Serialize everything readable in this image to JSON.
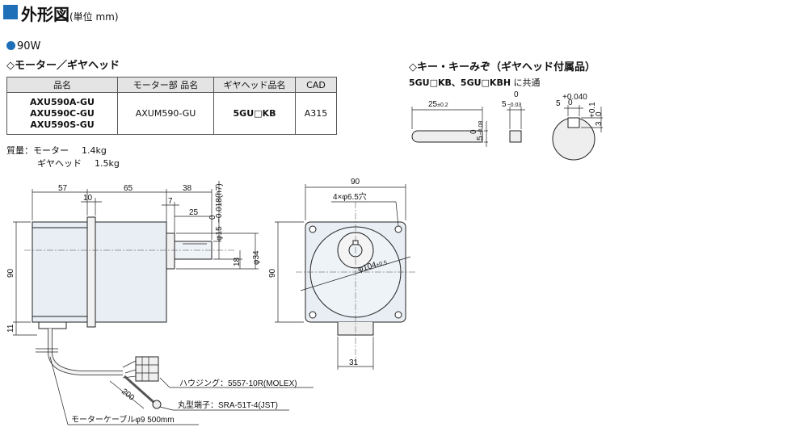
{
  "header": {
    "title": "外形図",
    "unit": "(単位 mm)"
  },
  "section_label": "90W",
  "motor": {
    "heading": "◇モーター／ギヤヘッド",
    "table": {
      "headers": [
        "品名",
        "モーター部 品名",
        "ギヤヘッド品名",
        "CAD"
      ],
      "models": [
        "AXU590A-GU",
        "AXU590C-GU",
        "AXU590S-GU"
      ],
      "motor_name": "AXUM590-GU",
      "gearhead_name": "5GU□KB",
      "cad": "A315"
    },
    "mass_label": "質量：",
    "mass_motor_label": "モーター",
    "mass_motor_value": "1.4kg",
    "mass_gear_label": "ギヤヘッド",
    "mass_gear_value": "1.5kg"
  },
  "key": {
    "heading": "◇キー・キーみぞ（ギヤヘッド付属品）",
    "note_bold": "5GU□KB、5GU□KBH",
    "note_rest": " に共通",
    "dims": {
      "key_len": "25",
      "key_len_tol": "±0.2",
      "key_w_top": "0",
      "key_w": "5",
      "key_w_tol": "−0.03",
      "key_h": "5",
      "key_h_top": "0",
      "key_h_tol": "−0.08",
      "groove_w": "5",
      "groove_w_tol_top": "+0.040",
      "groove_w_tol_bot": "0",
      "groove_d": "3",
      "groove_d_tol_top": "+0.1",
      "groove_d_tol_bot": "0"
    }
  },
  "drawing": {
    "dim_57": "57",
    "dim_10": "10",
    "dim_65": "65",
    "dim_38": "38",
    "dim_7": "7",
    "dim_25": "25",
    "dim_shaft": "φ15",
    "dim_shaft_tol_top": "0",
    "dim_shaft_tol": "−0.018(h7)",
    "dim_34": "φ34",
    "dim_18": "18",
    "dim_90_side": "90",
    "dim_11": "11",
    "dim_90_front_top": "90",
    "dim_90_front_side": "90",
    "dim_holes": "4×φ6.5穴",
    "dim_pcd": "φ104",
    "dim_pcd_tol": "±0.5",
    "dim_31": "31",
    "dim_200": "200",
    "housing": "ハウジング：5557-10R(MOLEX)",
    "terminal": "丸型端子：SRA-51T-4(JST)",
    "cable": "モーターケーブルφ9  500mm"
  }
}
